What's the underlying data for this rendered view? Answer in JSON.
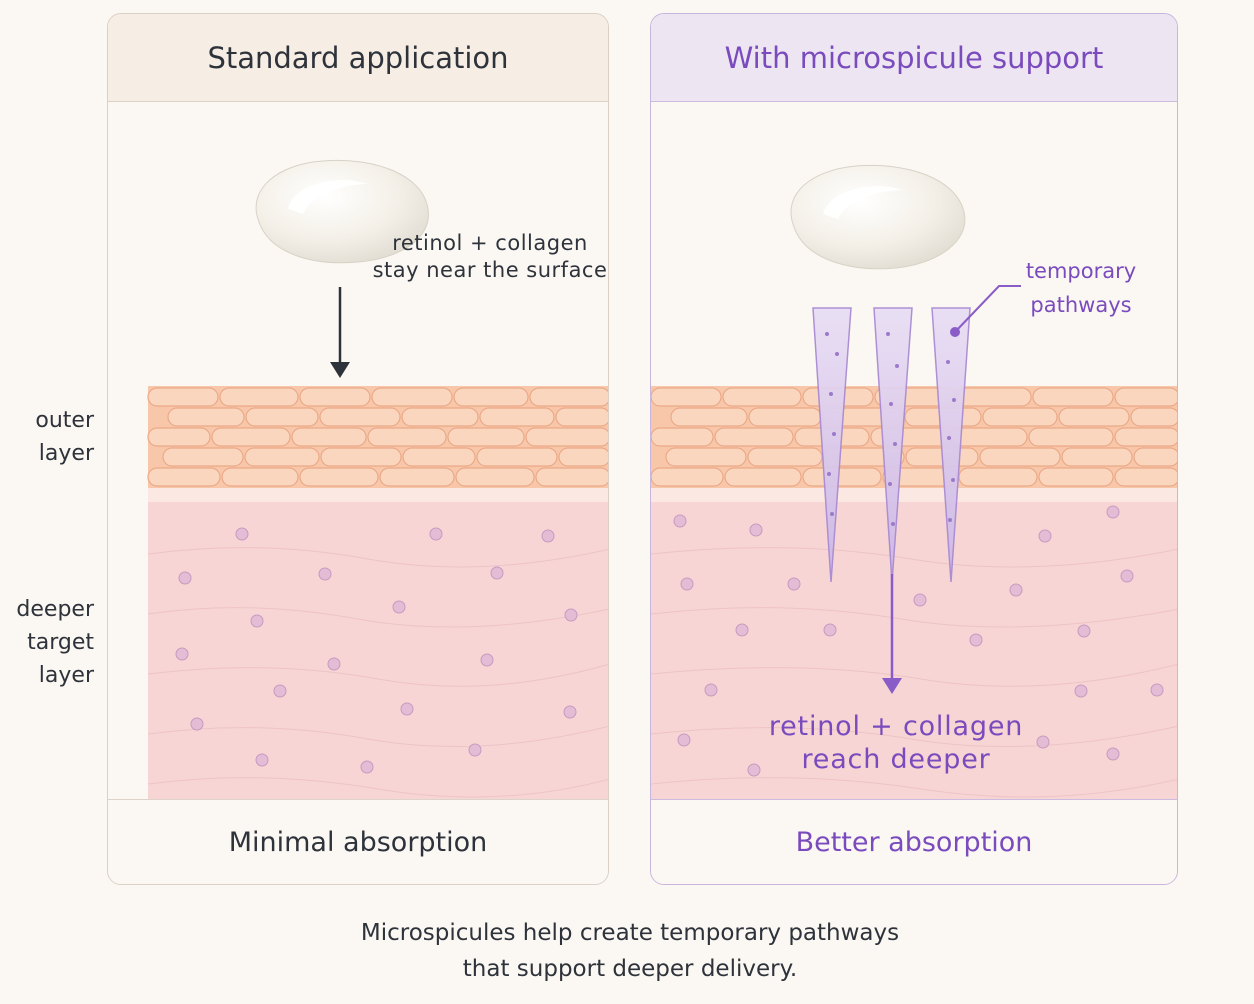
{
  "panels": {
    "left": {
      "title": "Standard application",
      "annotation_line1": "retinol + collagen",
      "annotation_line2": "stay near the surface",
      "footer": "Minimal absorption"
    },
    "right": {
      "title": "With microspicule support",
      "pathways_line1": "temporary",
      "pathways_line2": "pathways",
      "annotation_line1": "retinol + collagen",
      "annotation_line2": "reach deeper",
      "footer": "Better absorption"
    }
  },
  "side_labels": {
    "outer_line1": "outer",
    "outer_line2": "layer",
    "deeper_line1": "deeper",
    "deeper_line2": "target",
    "deeper_line3": "layer"
  },
  "caption": {
    "line1": "Microspicules help create temporary pathways",
    "line2": "that support deeper delivery."
  },
  "colors": {
    "accent_purple": "#7a4bbd",
    "skin_outer": "#f9c6a8",
    "skin_deep": "#f7d3d3",
    "cream": "#f4f0e8"
  }
}
